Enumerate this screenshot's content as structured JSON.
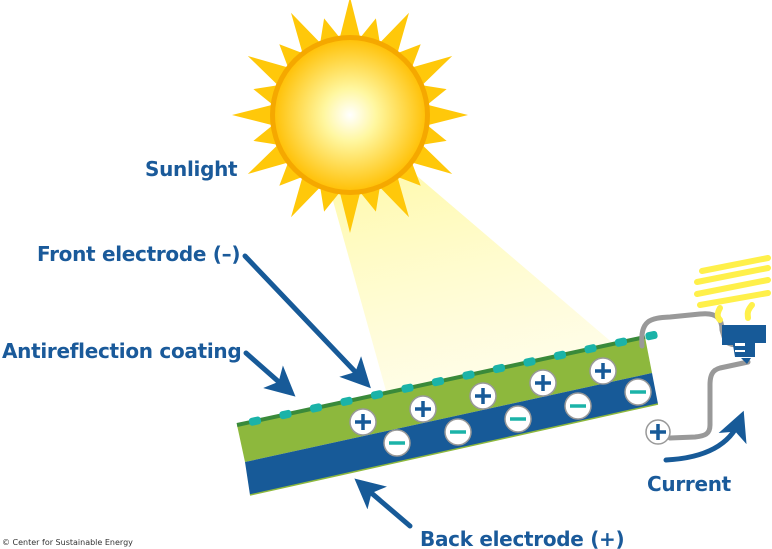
{
  "labels": {
    "sunlight": "Sunlight",
    "front_electrode": "Front electrode (–)",
    "antireflection": "Antireflection coating",
    "back_electrode": "Back electrode (+)",
    "current": "Current"
  },
  "copyright": "© Center for Sustainable Energy",
  "colors": {
    "label": "#1a5a9a",
    "green_layer": "#8db83d",
    "blue_layer": "#175a98",
    "coating": "#1bb3a8",
    "sun": "#ffc80a",
    "wire": "#999999"
  }
}
